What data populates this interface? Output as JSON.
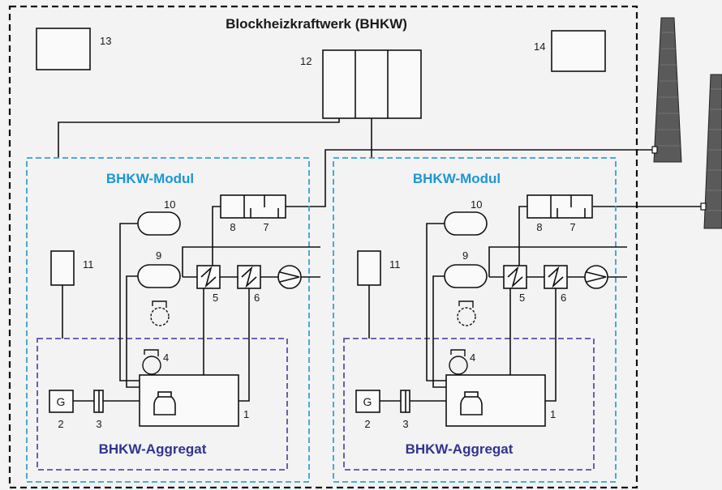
{
  "title": "Blockheizkraftwerk (BHKW)",
  "top_components": [
    {
      "number": "13"
    },
    {
      "number": "12"
    },
    {
      "number": "14"
    }
  ],
  "modules": [
    {
      "label": "BHKW-Modul",
      "aggregate_label": "BHKW-Aggregat",
      "generator_symbol": "G",
      "component_numbers": {
        "c1": "1",
        "c2": "2",
        "c3": "3",
        "c4": "4",
        "c5": "5",
        "c6": "6",
        "c7": "7",
        "c8": "8",
        "c9": "9",
        "c10": "10",
        "c11": "11"
      }
    },
    {
      "label": "BHKW-Modul",
      "aggregate_label": "BHKW-Aggregat",
      "generator_symbol": "G",
      "component_numbers": {
        "c1": "1",
        "c2": "2",
        "c3": "3",
        "c4": "4",
        "c5": "5",
        "c6": "6",
        "c7": "7",
        "c8": "8",
        "c9": "9",
        "c10": "10",
        "c11": "11"
      }
    }
  ],
  "colors": {
    "background": "#f2f3f2",
    "plant_border": "#111111",
    "module_border": "#3aa0cf",
    "module_text": "#1e96d4",
    "aggregate_border": "#5a50a8",
    "aggregate_text": "#33338f",
    "chimney": "#444444"
  }
}
